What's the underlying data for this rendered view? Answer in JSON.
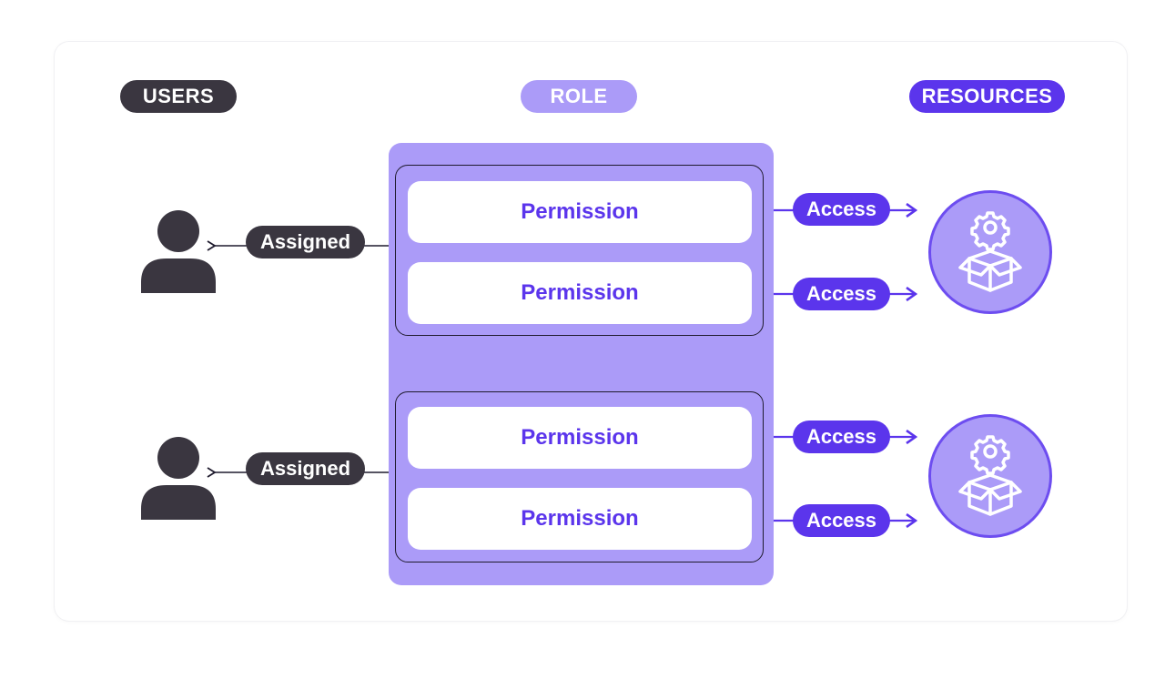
{
  "headers": {
    "users": "USERS",
    "role": "ROLE",
    "resources": "RESOURCES"
  },
  "permission_label": "Permission",
  "assigned_label": "Assigned",
  "access_label": "Access",
  "icons": {
    "user": "user-icon",
    "resource": "gear-box-icon"
  },
  "colors": {
    "dark": "#3a3640",
    "role_purple": "#ab9bf8",
    "accent": "#5b35ec"
  }
}
